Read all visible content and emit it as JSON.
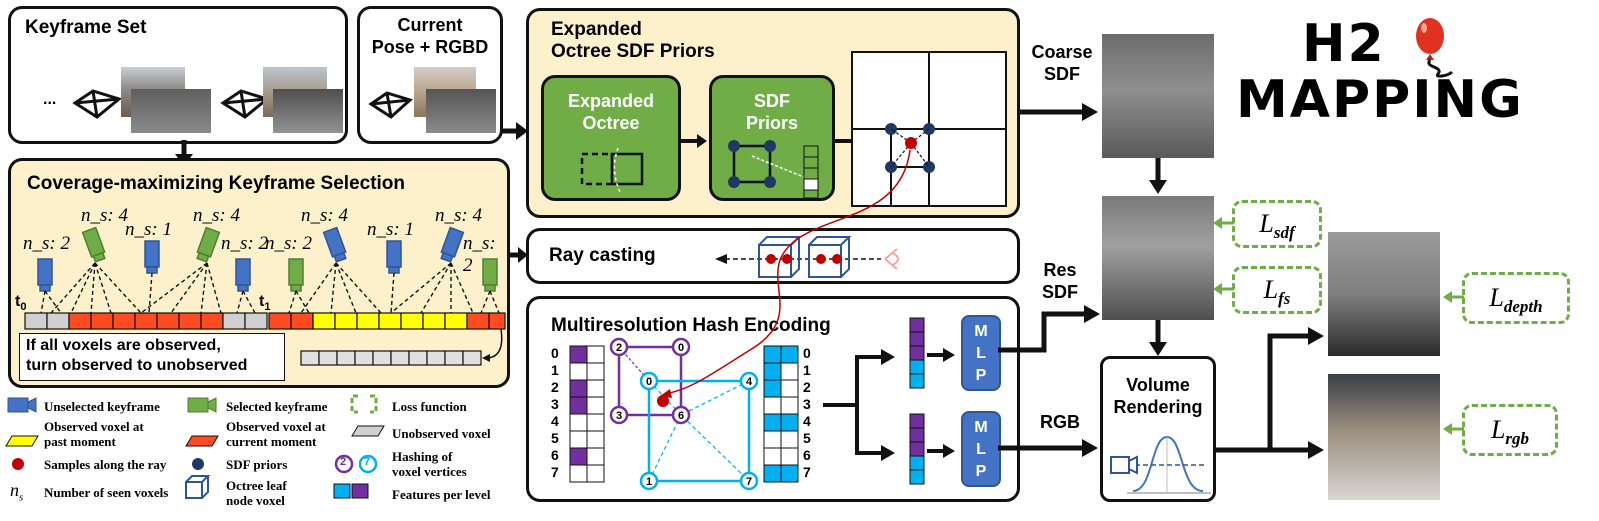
{
  "keyframe_set": {
    "title": "Keyframe Set",
    "ellipsis": "..."
  },
  "current_pose": {
    "title_line1": "Current",
    "title_line2": "Pose + RGBD"
  },
  "selection": {
    "title": "Coverage-maximizing Keyframe Selection",
    "t0": "t",
    "t0_sub": "0",
    "t1": "t",
    "t1_sub": "1",
    "ns_labels": [
      "n_s: 2",
      "n_s: 4",
      "n_s: 1",
      "n_s: 4",
      "n_s: 2"
    ],
    "note_line1": "If all voxels are observed,",
    "note_line2": "turn observed to unobserved"
  },
  "octree": {
    "title_line1": "Expanded",
    "title_line2": "Octree SDF Priors",
    "expanded_line1": "Expanded",
    "expanded_line2": "Octree",
    "priors_line1": "SDF",
    "priors_line2": "Priors"
  },
  "ray_casting": {
    "label": "Ray casting"
  },
  "hash": {
    "title": "Multiresolution Hash Encoding",
    "row_indices": [
      "0",
      "1",
      "2",
      "3",
      "4",
      "5",
      "6",
      "7"
    ],
    "vertex_labels": [
      "2",
      "0",
      "0",
      "4",
      "3",
      "6",
      "1",
      "7"
    ]
  },
  "mlp": {
    "label_m": "M",
    "label_l": "L",
    "label_p": "P"
  },
  "outputs": {
    "coarse_sdf_line1": "Coarse",
    "coarse_sdf_line2": "SDF",
    "res_sdf_line1": "Res",
    "res_sdf_line2": "SDF",
    "rgb": "RGB",
    "volume_line1": "Volume",
    "volume_line2": "Rendering"
  },
  "losses": {
    "sdf": "L",
    "sdf_sub": "sdf",
    "fs": "L",
    "fs_sub": "fs",
    "depth": "L",
    "depth_sub": "depth",
    "rgb": "L",
    "rgb_sub": "rgb"
  },
  "logo": {
    "line1": "H2",
    "line2": "MAPPING"
  },
  "legend": {
    "unselected": "Unselected keyframe",
    "selected": "Selected keyframe",
    "loss": "Loss function",
    "observed_past_line1": "Observed voxel at",
    "observed_past_line2": "past moment",
    "observed_current_line1": "Observed voxel at",
    "observed_current_line2": "current moment",
    "unobserved": "Unobserved voxel",
    "samples": "Samples along the ray",
    "sdf_priors": "SDF priors",
    "hashing_line1": "Hashing of",
    "hashing_line2": "voxel vertices",
    "hashing_n1": "2",
    "hashing_n2": "7",
    "ns_symbol": "n",
    "ns_sub": "s",
    "seen": "Number of seen voxels",
    "octree_leaf_line1": "Octree leaf",
    "octree_leaf_line2": "node voxel",
    "features": "Features per level"
  },
  "colors": {
    "cream": "#fdf1cc",
    "green": "#70ad47",
    "blue": "#4472c4",
    "purple": "#7030a0",
    "cyan": "#00b0f0",
    "red": "#c00000",
    "orange": "#ff4b1f",
    "yellow": "#ffff00"
  }
}
